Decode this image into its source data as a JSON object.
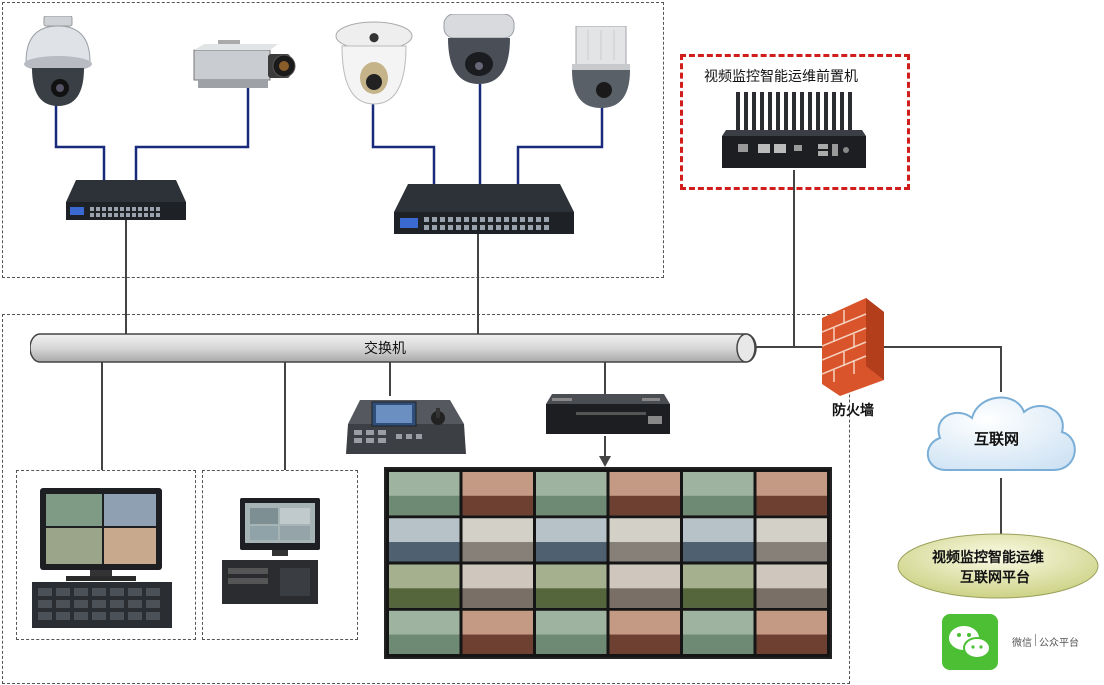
{
  "labels": {
    "switch_bus": "交换机",
    "edge_server": "视频监控智能运维前置机",
    "firewall": "防火墙",
    "internet": "互联网",
    "platform_line1": "视频监控智能运维",
    "platform_line2": "互联网平台",
    "wechat_brand": "微信",
    "wechat_sub": "公众平台"
  },
  "icons": {
    "ptz_camera": "dome-ptz-camera-icon",
    "box_camera": "box-camera-icon",
    "dome_camera": "dome-camera-icon",
    "poe_switch": "network-switch-icon",
    "keyboard": "ptz-control-keyboard-icon",
    "nvr": "nvr-decoder-icon",
    "firewall": "brick-firewall-icon",
    "cloud": "cloud-icon",
    "wechat": "wechat-logo-icon"
  },
  "colors": {
    "camera_link": "#1a2a7a",
    "network_link": "#444444",
    "red_dash": "#d21d1d",
    "platform_green": "#dfe3a8",
    "wechat_green": "#4cbf34",
    "brick": "#d9532b",
    "cloud_border": "#7aaed6"
  }
}
